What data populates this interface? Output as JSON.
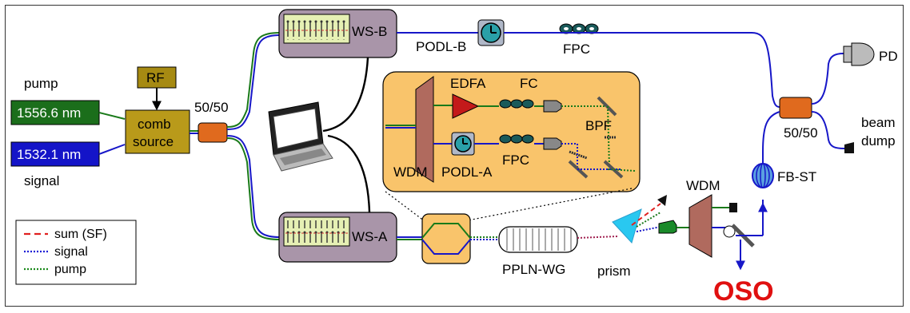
{
  "labels": {
    "pump": "pump",
    "signal": "signal",
    "pump_laser": "1556.6 nm",
    "signal_laser": "1532.1 nm",
    "rf": "RF",
    "comb_line1": "comb",
    "comb_line2": "source",
    "splitter_in": "50/50",
    "ws_b": "WS-B",
    "ws_a": "WS-A",
    "podl_b": "PODL-B",
    "fpc_top": "FPC",
    "pd": "PD",
    "splitter_out": "50/50",
    "beam_line1": "beam",
    "beam_line2": "dump",
    "fb_st": "FB-ST",
    "wdm_right": "WDM",
    "edfa": "EDFA",
    "fc": "FC",
    "bpf": "BPF",
    "wdm_inset": "WDM",
    "podl_a": "PODL-A",
    "fpc_inset": "FPC",
    "ppln": "PPLN-WG",
    "prism": "prism",
    "oso": "OSO"
  },
  "legend": [
    {
      "label": "sum (SF)",
      "color": "#e0201f",
      "dash": "8,5"
    },
    {
      "label": "signal",
      "color": "#1f1fd6",
      "dash": "2,2"
    },
    {
      "label": "pump",
      "color": "#1a8a1a",
      "dash": "2,2"
    }
  ],
  "colors": {
    "pump_box": "#1b6e1b",
    "signal_box": "#1414c8",
    "comb_box": "#b99a1a",
    "ws_box": "#a995a9",
    "inset_bg": "#f9c46b",
    "splitter": "#e06a1e",
    "oso": "#e01010",
    "fiber_blue": "#1717c8",
    "fiber_green": "#1a7a1a"
  }
}
